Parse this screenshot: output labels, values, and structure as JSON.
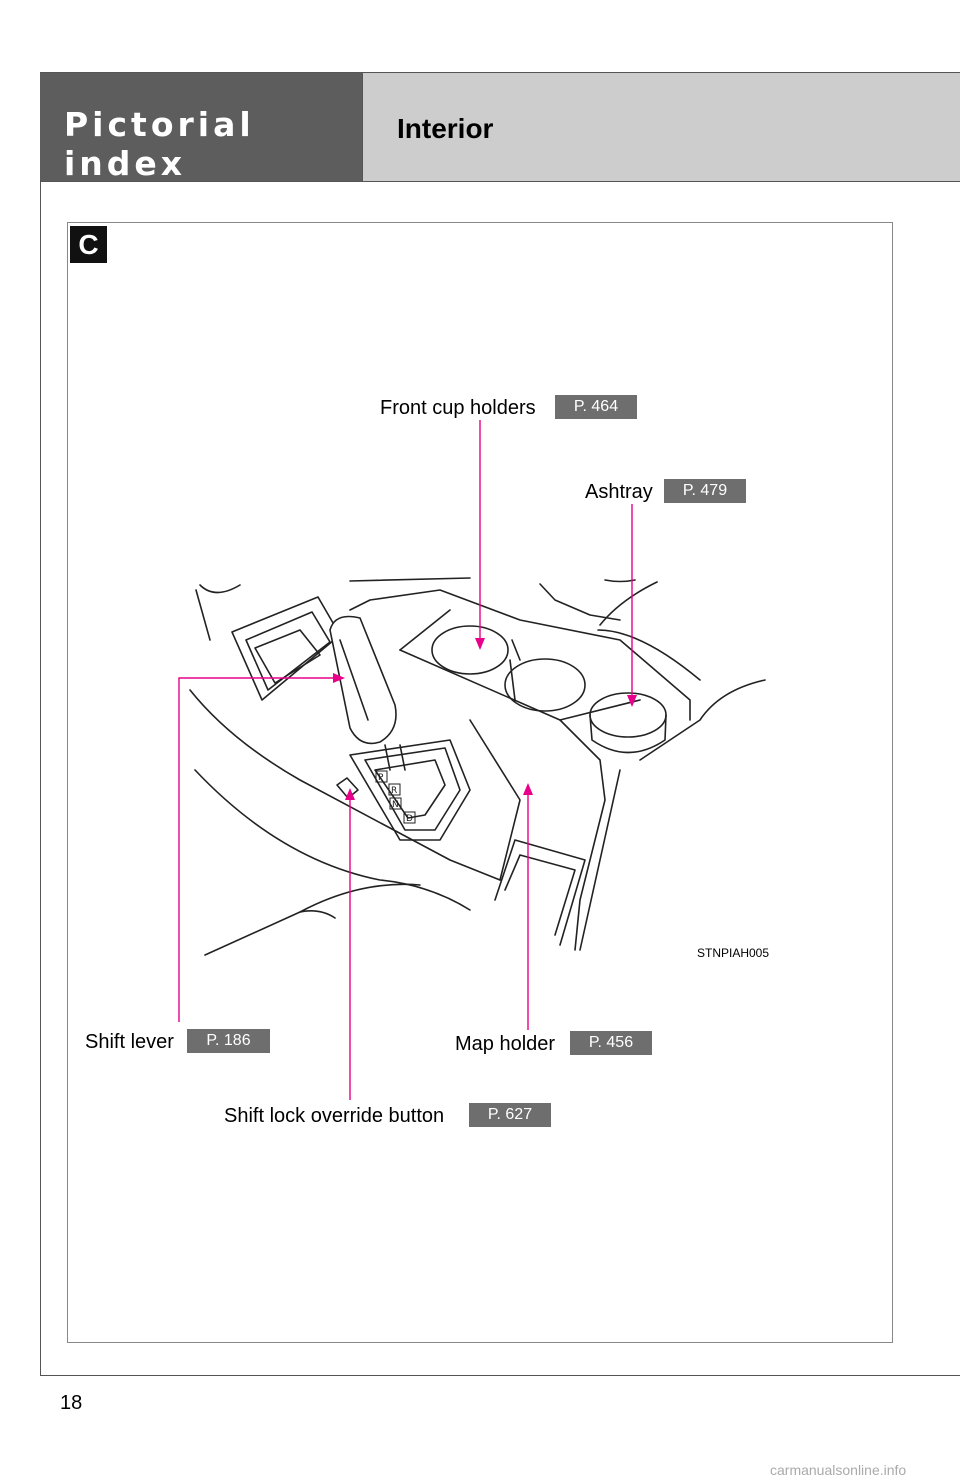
{
  "header": {
    "section_title": "Pictorial index",
    "sub_title": "Interior"
  },
  "figure": {
    "badge": "C",
    "image_code": "STNPIAH005"
  },
  "callouts": {
    "front_cup_holders": {
      "label": "Front cup holders",
      "ref": "P. 464"
    },
    "ashtray": {
      "label": "Ashtray",
      "ref": "P. 479"
    },
    "shift_lever": {
      "label": "Shift lever",
      "ref": "P. 186"
    },
    "map_holder": {
      "label": "Map holder",
      "ref": "P. 456"
    },
    "shift_lock": {
      "label": "Shift lock override button",
      "ref": "P. 627"
    }
  },
  "gear_letters": [
    "P",
    "R",
    "N",
    "D"
  ],
  "footer": {
    "page_number": "18",
    "watermark": "carmanualsonline.info"
  },
  "colors": {
    "leader_line": "#e8008a",
    "ref_badge": "#6e6e6e",
    "header_dark": "#5d5d5d",
    "header_light": "#cdcdcd"
  }
}
